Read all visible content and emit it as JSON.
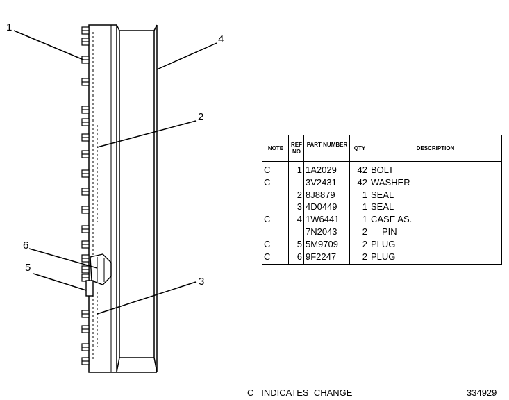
{
  "callouts": [
    "1",
    "2",
    "3",
    "4",
    "5",
    "6"
  ],
  "table": {
    "headers": {
      "note": "NOTE",
      "ref_no": "REF NO",
      "part_number": "PART NUMBER",
      "qty": "QTY",
      "description": "DESCRIPTION"
    },
    "rows": [
      {
        "note": "C",
        "ref": "1",
        "part": "1A2029",
        "qty": "42",
        "desc": "BOLT"
      },
      {
        "note": "C",
        "ref": "",
        "part": "3V2431",
        "qty": "42",
        "desc": "WASHER"
      },
      {
        "note": "",
        "ref": "2",
        "part": "8J8879",
        "qty": "1",
        "desc": "SEAL"
      },
      {
        "note": "",
        "ref": "3",
        "part": "4D0449",
        "qty": "1",
        "desc": "SEAL"
      },
      {
        "note": "C",
        "ref": "4",
        "part": "1W6441",
        "qty": "1",
        "desc": "CASE AS."
      },
      {
        "note": "",
        "ref": "",
        "part": "7N2043",
        "qty": "2",
        "desc": "PIN"
      },
      {
        "note": "C",
        "ref": "5",
        "part": "5M9709",
        "qty": "2",
        "desc": "PLUG"
      },
      {
        "note": "C",
        "ref": "6",
        "part": "9F2247",
        "qty": "2",
        "desc": "PLUG"
      }
    ]
  },
  "footer": {
    "legend": "C   INDICATES  CHANGE",
    "drawing_number": "334929"
  }
}
